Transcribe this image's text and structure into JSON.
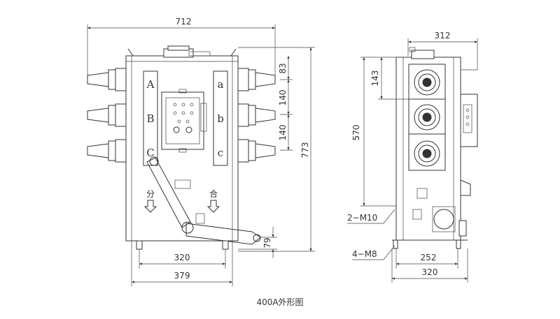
{
  "caption": "400A外形图",
  "front_view": {
    "dims": {
      "top_width": "712",
      "right_h1": "83",
      "right_h2": "140",
      "right_h3": "140",
      "total_height": "773",
      "handle_height": "79",
      "base_width_inner": "320",
      "base_width_outer": "379"
    },
    "phase_left": [
      "A",
      "B",
      "C"
    ],
    "phase_right": [
      "a",
      "b",
      "c"
    ],
    "label_open": "分",
    "label_close": "合"
  },
  "side_view": {
    "dims": {
      "top_width": "312",
      "h_top": "143",
      "h_span": "570",
      "bolt_m10": "2−M10",
      "bolt_m8": "4−M8",
      "base_inner": "252",
      "base_outer": "320"
    }
  }
}
